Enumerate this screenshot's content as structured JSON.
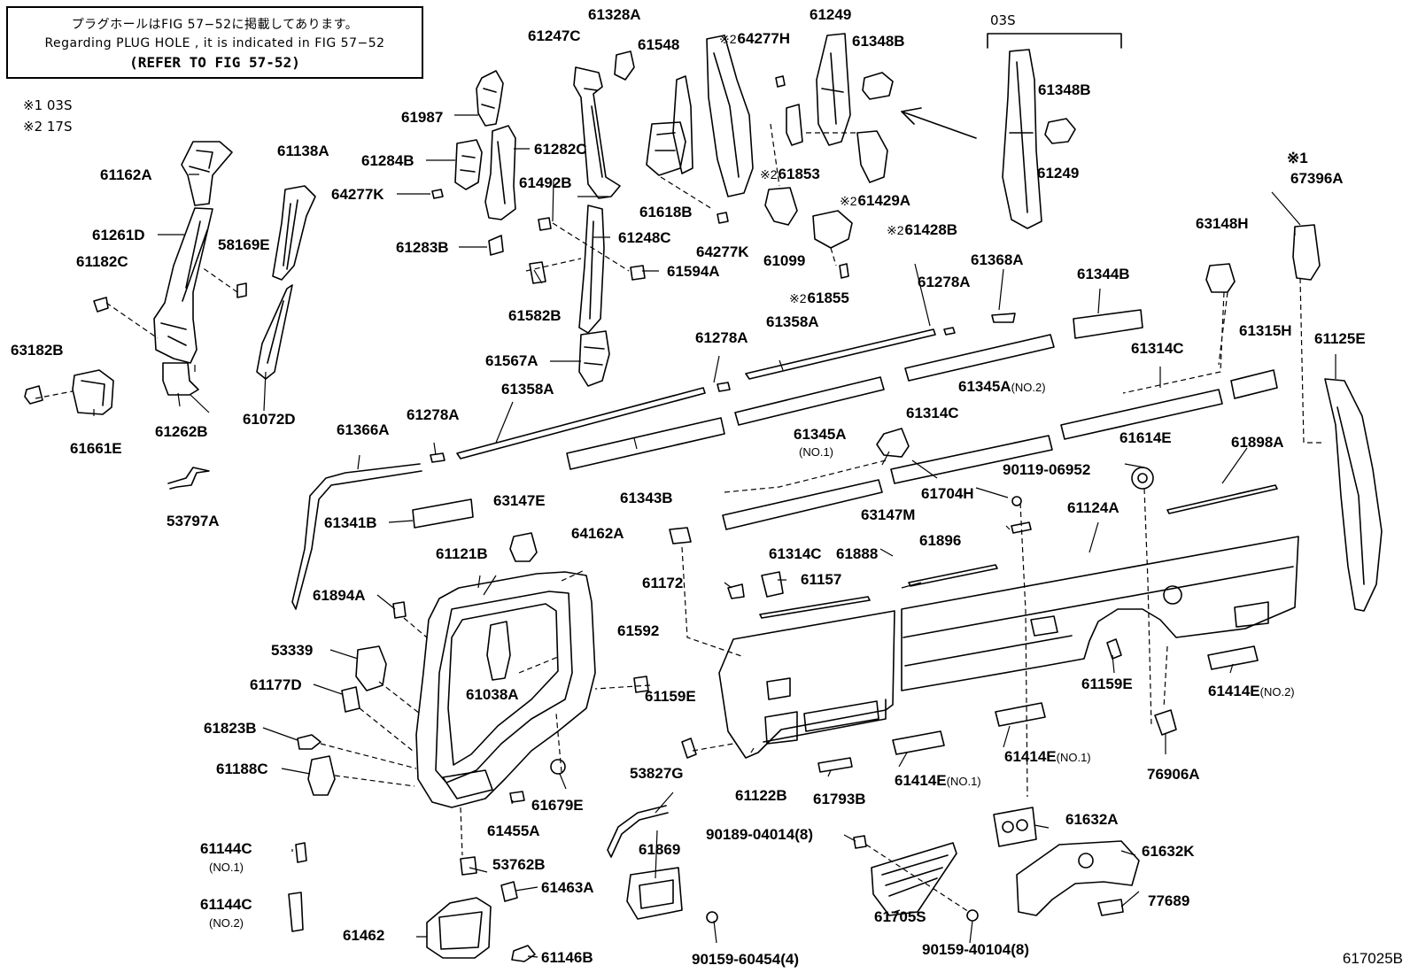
{
  "note": {
    "line1": "プラグホールはFIG 57−52に掲載してあります。",
    "line2": "Regarding  PLUG  HOLE , it is indicated in FIG  57−52",
    "line3": "(REFER TO FIG 57-52)"
  },
  "legend": {
    "item1": "※1 03S",
    "item2": "※2 17S"
  },
  "variant_label": "03S",
  "figure_code": "617025B",
  "parts": {
    "p61328A": "61328A",
    "p61249a": "61249",
    "p61247C": "61247C",
    "p61548": "61548",
    "p64277H": "64277H",
    "p61348Ba": "61348B",
    "p61987": "61987",
    "p61282C": "61282C",
    "p61284B": "61284B",
    "p61138A": "61138A",
    "p61162A": "61162A",
    "p64277Ka": "64277K",
    "p61492B": "61492B",
    "p61853": "61853",
    "p61429A": "61429A",
    "p61348Bb": "61348B",
    "p61249b": "61249",
    "p61618B": "61618B",
    "p64277Kb": "64277K",
    "p61099": "61099",
    "p61428B": "61428B",
    "p61261D": "61261D",
    "p58169E": "58169E",
    "p61283B": "61283B",
    "p61248C": "61248C",
    "p61182C": "61182C",
    "p61594A": "61594A",
    "p61582B": "61582B",
    "p61855": "61855",
    "p61368A": "61368A",
    "p61278Aa": "61278A",
    "p61344B": "61344B",
    "p63148H": "63148H",
    "p67396A": "67396A",
    "p61358Aa": "61358A",
    "p61278Ab": "61278A",
    "p61315H": "61315H",
    "p61125E": "61125E",
    "p63182B": "63182B",
    "p61567A": "61567A",
    "p61314Ca": "61314C",
    "p61345A2": "61345A",
    "p61358Ab": "61358A",
    "p61262B": "61262B",
    "p61072D": "61072D",
    "p61661E": "61661E",
    "p61366A": "61366A",
    "p61278Ac": "61278A",
    "p61345A1": "61345A",
    "p61314Cb": "61314C",
    "p61614E": "61614E",
    "p61898A": "61898A",
    "p53797A": "53797A",
    "p61343B": "61343B",
    "p90119": "90119-06952",
    "p61704H": "61704H",
    "p61124A": "61124A",
    "p63147M": "63147M",
    "p63147E": "63147E",
    "p61341B": "61341B",
    "p64162A": "64162A",
    "p61121B": "61121B",
    "p61314Cc": "61314C",
    "p61888": "61888",
    "p61896": "61896",
    "p61172": "61172",
    "p61157": "61157",
    "p61894A": "61894A",
    "p61592": "61592",
    "p53339": "53339",
    "p61038A": "61038A",
    "p61177D": "61177D",
    "p61159Ea": "61159E",
    "p61159Eb": "61159E",
    "p61414E2": "61414E",
    "p61823B": "61823B",
    "p61188C": "61188C",
    "p61122B": "61122B",
    "p61793B": "61793B",
    "p61414E1a": "61414E",
    "p61414E1b": "61414E",
    "p76906A": "76906A",
    "p61679E": "61679E",
    "p53827G": "53827G",
    "p61455A": "61455A",
    "p61632A": "61632A",
    "p61144C1": "61144C",
    "p53762B": "53762B",
    "p90189": "90189-04014(8)",
    "p61869": "61869",
    "p61632K": "61632K",
    "p61463A": "61463A",
    "p61144C2": "61144C",
    "p77689": "77689",
    "p61705S": "61705S",
    "p61462": "61462",
    "p61146B": "61146B",
    "p90159a": "90159-60454(4)",
    "p90159b": "90159-40104(8)"
  },
  "sub": {
    "no1a": "(NO.1)",
    "no2a": "(NO.2)",
    "no2b": "(NO.2)",
    "no1b": "(NO.1)",
    "no1c": "(NO.1)",
    "no1d": "(NO.1)",
    "no2c": "(NO.2)"
  },
  "marks": {
    "m1": "※2",
    "m2": "※2",
    "m3": "※2",
    "m4": "※2",
    "m5": "※2",
    "m6": "※1"
  }
}
